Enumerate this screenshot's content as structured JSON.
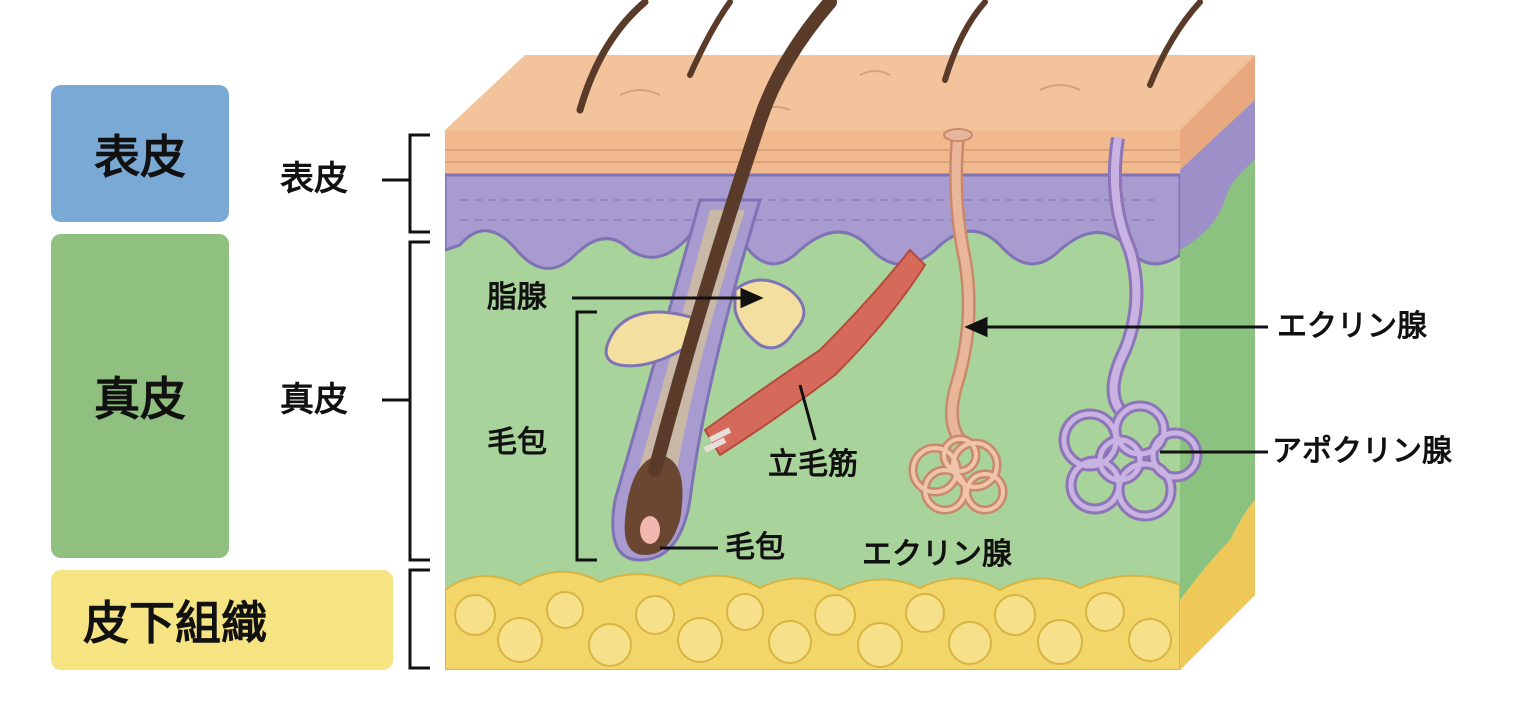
{
  "legend": {
    "epidermis": "表皮",
    "dermis": "真皮",
    "subcutis": "皮下組織"
  },
  "brackets": {
    "epidermis": "表皮",
    "dermis": "真皮"
  },
  "labels": {
    "sebaceous_gland": "脂腺",
    "hair_follicle": "毛包",
    "hair_bulb": "毛包",
    "arrector_pili": "立毛筋",
    "eccrine_gland_duct": "エクリン腺",
    "eccrine_gland_coil": "エクリン腺",
    "apocrine_gland": "アポクリン腺"
  },
  "colors": {
    "epidermis": "#7aa9d6",
    "dermis": "#8fc07f",
    "subcutis": "#f6e482",
    "skin_surface": "#f0b98e",
    "epidermis_layer": "#a89bd0",
    "dermis_fill": "#a8d39a",
    "fat": "#f3d66a",
    "hair": "#5a3a28",
    "muscle": "#d66a5a",
    "apocrine": "#b39ad6",
    "eccrine": "#e8ab8c"
  }
}
